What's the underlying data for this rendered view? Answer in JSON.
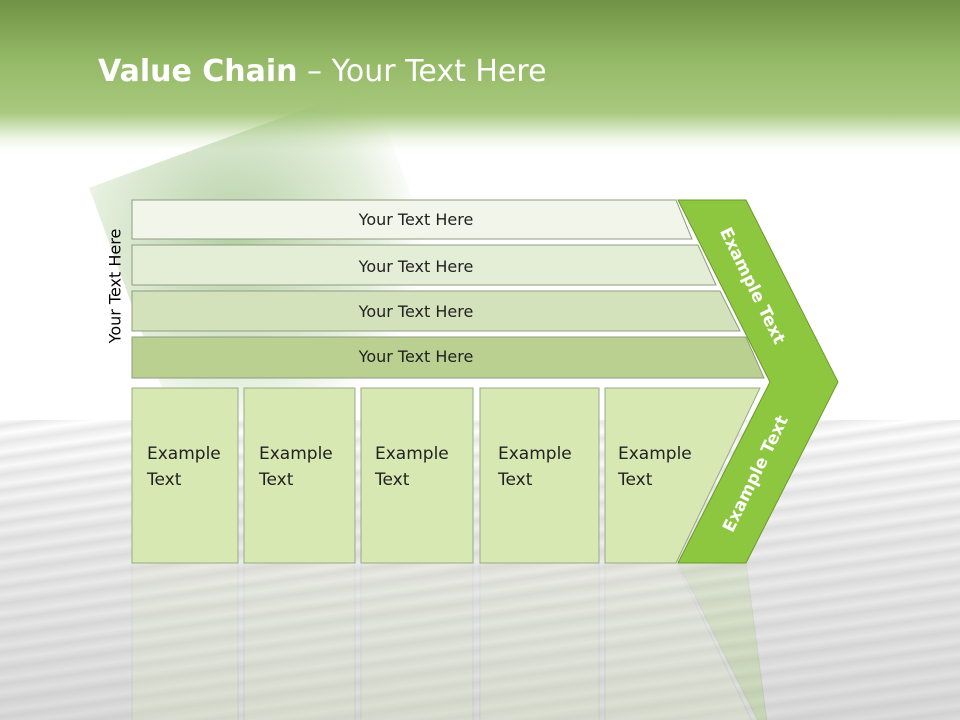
{
  "title": {
    "bold": "Value Chain",
    "rest": " – Your Text Here"
  },
  "side_label": "Your Text Here",
  "rows": [
    {
      "label": "Your Text Here",
      "fill": "#f2f6ea"
    },
    {
      "label": "Your Text Here",
      "fill": "#e4edd6"
    },
    {
      "label": "Your Text Here",
      "fill": "#d3e2bb"
    },
    {
      "label": "Your Text Here",
      "fill": "#b9d090"
    }
  ],
  "activities": [
    {
      "line1": "Example",
      "line2": "Text"
    },
    {
      "line1": "Example",
      "line2": "Text"
    },
    {
      "line1": "Example",
      "line2": "Text"
    },
    {
      "line1": "Example",
      "line2": "Text"
    },
    {
      "line1": "Example",
      "line2": "Text"
    }
  ],
  "margin": {
    "upper": "Example Text",
    "lower": "Example Text"
  },
  "colors": {
    "accent": "#8dc63f",
    "box_fill": "#d7e8b2",
    "box_stroke": "#9aaa88",
    "row_stroke": "#8f9c80"
  }
}
